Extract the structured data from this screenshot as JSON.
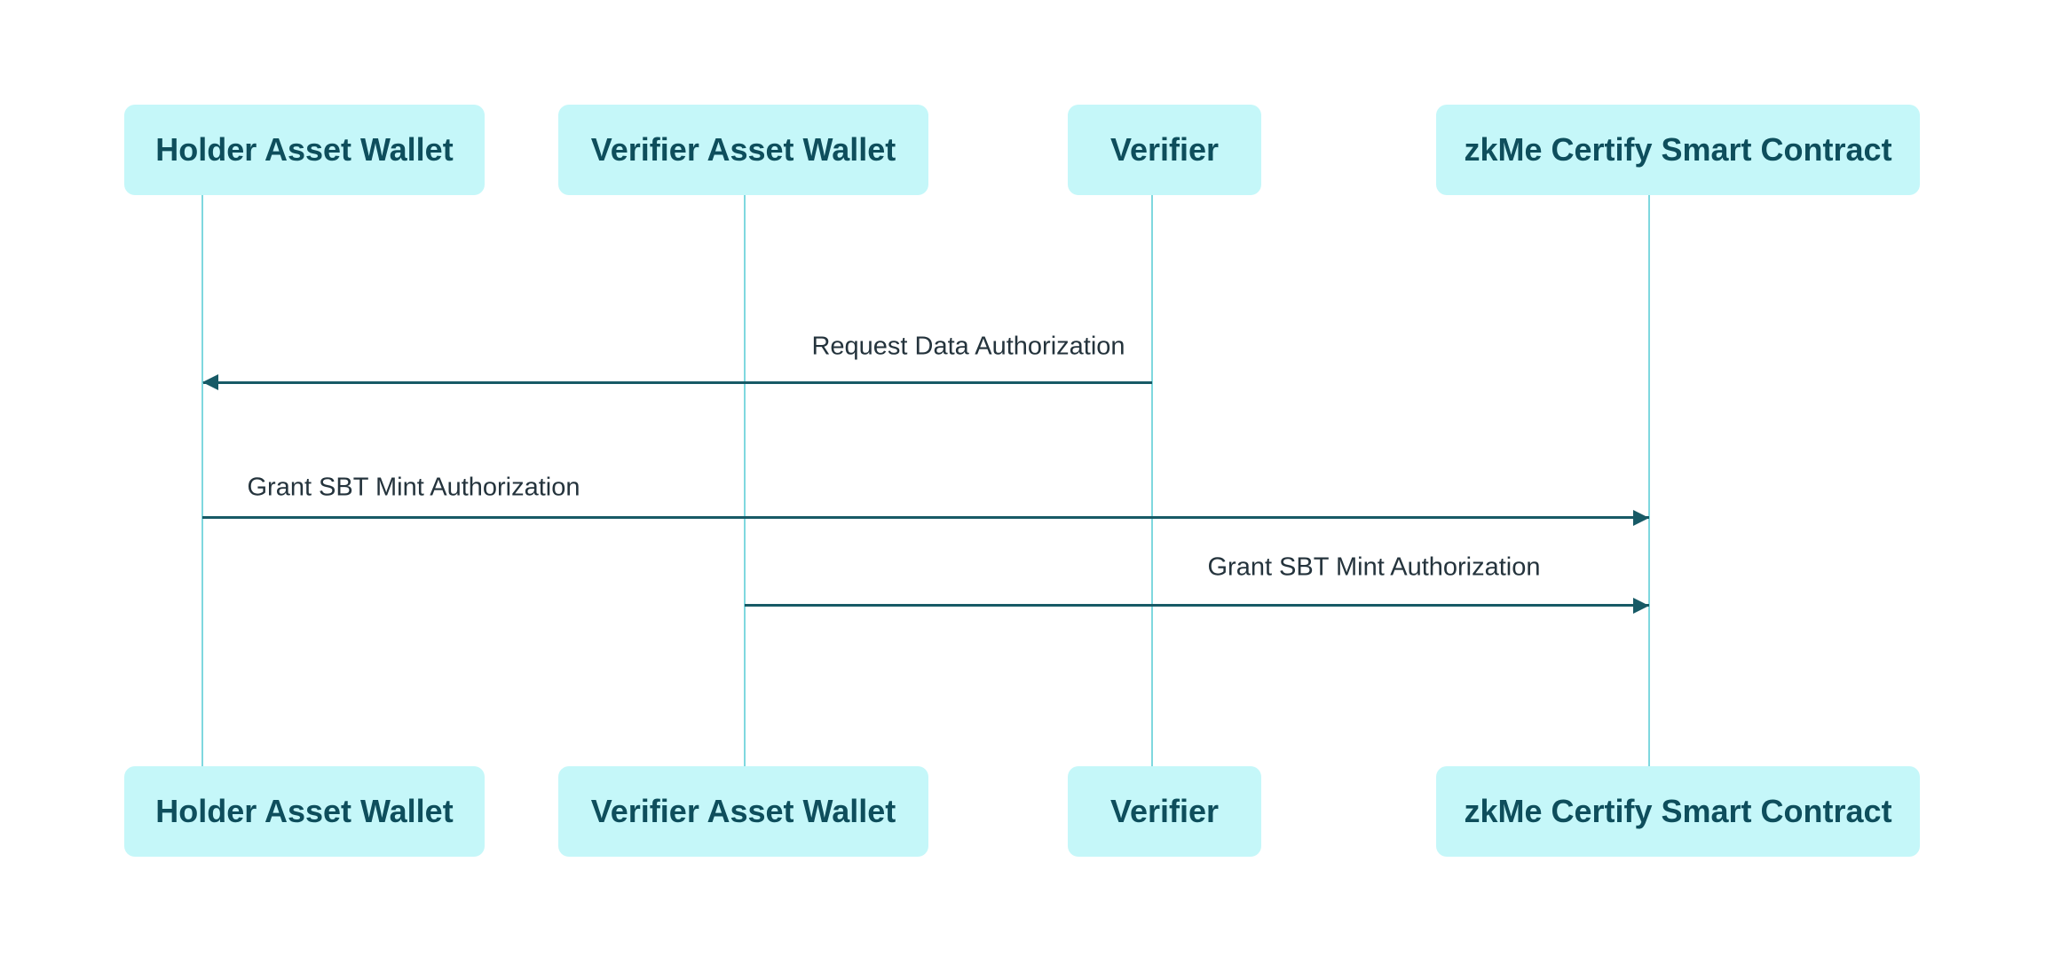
{
  "diagram": {
    "type": "sequence-diagram",
    "background": "#ffffff",
    "participants": [
      {
        "name": "Holder Asset Wallet"
      },
      {
        "name": "Verifier Asset Wallet"
      },
      {
        "name": "Verifier"
      },
      {
        "name": "zkMe Certify Smart Contract"
      }
    ],
    "messages": [
      {
        "label": "Request Data Authorization",
        "from": "Verifier",
        "to": "Holder Asset Wallet",
        "direction": "left",
        "arrow_style": "solid-filled-head"
      },
      {
        "label": "Grant SBT Mint Authorization",
        "from": "Holder Asset Wallet",
        "to": "zkMe Certify Smart Contract",
        "direction": "right",
        "arrow_style": "solid-filled-head"
      },
      {
        "label": "Grant SBT Mint Authorization",
        "from": "Verifier Asset Wallet",
        "to": "zkMe Certify Smart Contract",
        "direction": "right",
        "arrow_style": "solid-filled-head"
      }
    ],
    "colors": {
      "actor_fill": "#c5f7f9",
      "actor_text": "#0e4e5c",
      "lifeline": "#7fd8df",
      "arrow": "#175a66",
      "message_text": "#24333c",
      "background": "#ffffff"
    }
  }
}
